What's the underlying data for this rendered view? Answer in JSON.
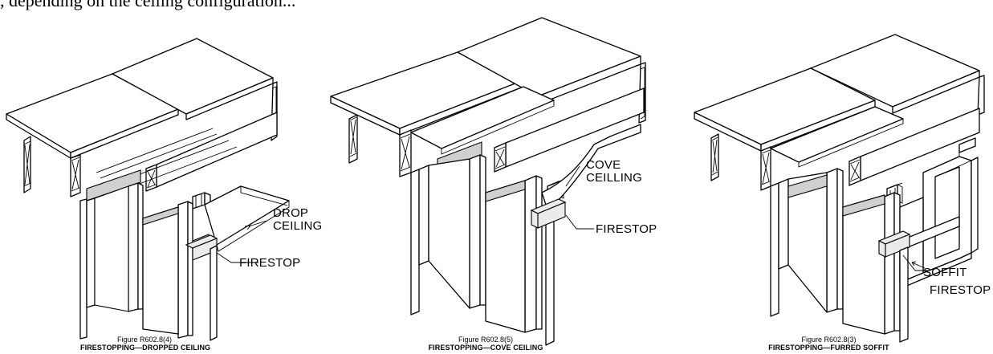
{
  "intro_text": ", depending on the ceiling configuration...",
  "figures": [
    {
      "callouts": [
        "DROP\nCEILING",
        "FIRESTOP"
      ],
      "caption_number": "Figure R602.8(4)",
      "caption_title": "FIRESTOPPING—DROPPED CEILING"
    },
    {
      "callouts": [
        "COVE\nCEILLING",
        "FIRESTOP"
      ],
      "caption_number": "Figure R602.8(5)",
      "caption_title": "FIRESTOPPING—COVE CEILING"
    },
    {
      "callouts": [
        "SOFFIT",
        "FIRESTOP"
      ],
      "caption_number": "Figure R602.8(3)",
      "caption_title": "FIRESTOPPING—FURRED SOFFIT"
    }
  ]
}
